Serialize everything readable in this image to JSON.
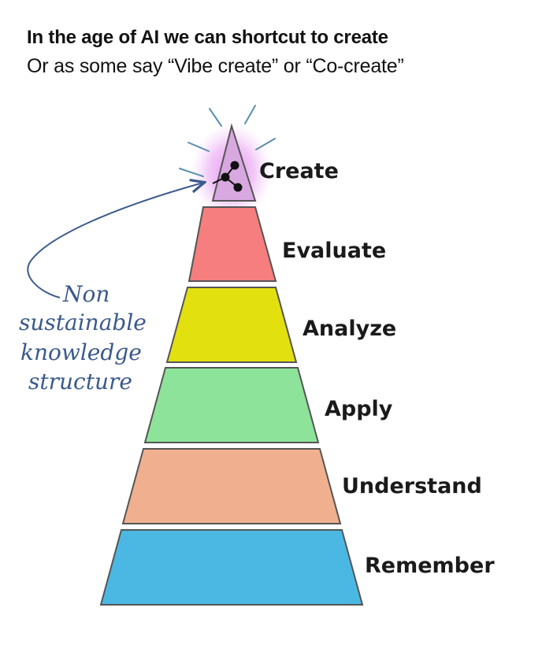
{
  "title": "In the age of AI we can shortcut to create",
  "subtitle": "Or as some say “Vibe create” or “Co-create”",
  "levels": [
    {
      "label": "Create",
      "color": "#d8a8e0"
    },
    {
      "label": "Evaluate",
      "color": "#f67e7e"
    },
    {
      "label": "Analyze",
      "color": "#e3e010"
    },
    {
      "label": "Apply",
      "color": "#8ee39a"
    },
    {
      "label": "Understand",
      "color": "#f0b08f"
    },
    {
      "label": "Remember",
      "color": "#4bb8e4"
    }
  ],
  "annotation": {
    "lines": [
      "Non",
      "sustainable",
      "knowledge",
      "structure"
    ],
    "color": "#3b5a8c"
  },
  "icons": {
    "top": "network-nodes-icon"
  }
}
